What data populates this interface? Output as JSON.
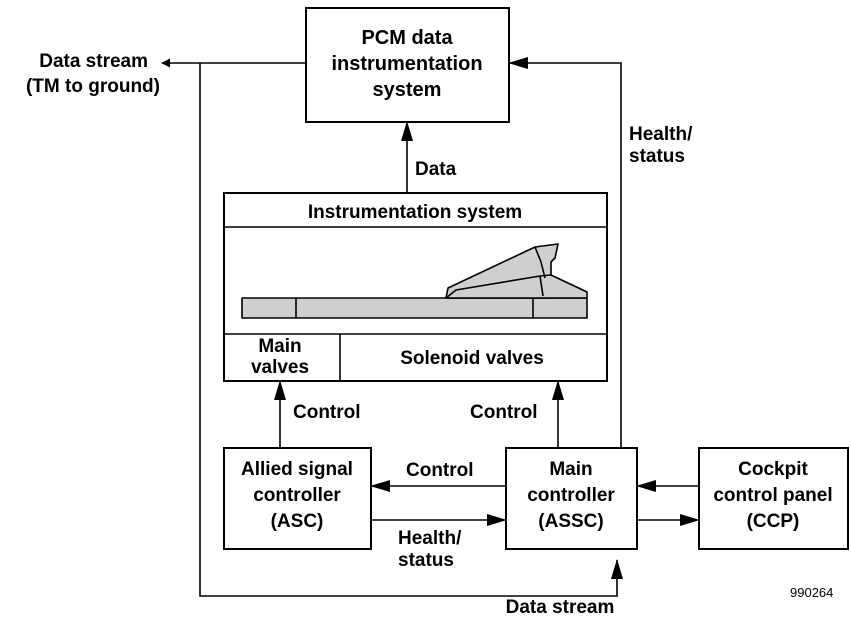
{
  "boxes": {
    "pcm": {
      "lines": [
        "PCM data",
        "instrumentation",
        "system"
      ]
    },
    "instrumentation": {
      "title": "Instrumentation system"
    },
    "main_valves": {
      "lines": [
        "Main",
        "valves"
      ]
    },
    "solenoid_valves": {
      "label": "Solenoid valves"
    },
    "asc": {
      "lines": [
        "Allied signal",
        "controller",
        "(ASC)"
      ]
    },
    "assc": {
      "lines": [
        "Main",
        "controller",
        "(ASSC)"
      ]
    },
    "ccp": {
      "lines": [
        "Cockpit",
        "control panel",
        "(CCP)"
      ]
    }
  },
  "labels": {
    "data_stream_tm": [
      "Data stream",
      "(TM to ground)"
    ],
    "health_status_right": [
      "Health/",
      "status"
    ],
    "data": "Data",
    "control_left": "Control",
    "control_right": "Control",
    "control_mid": "Control",
    "health_status_mid": [
      "Health/",
      "status"
    ],
    "data_stream_bottom": "Data stream"
  },
  "figure_id": "990264"
}
